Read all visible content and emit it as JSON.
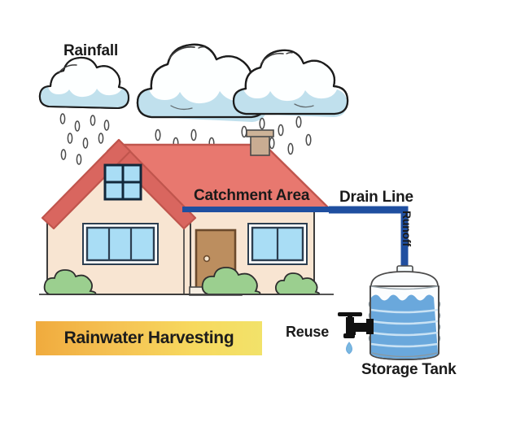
{
  "diagram": {
    "title": "Rainwater Harvesting",
    "banner_label": "Rainwater Harvesting",
    "labels": {
      "rainfall": "Rainfall",
      "catchment_area": "Catchment Area",
      "drain_line": "Drain Line",
      "runoff": "Runoff",
      "reuse": "Reuse",
      "storage_tank": "Storage Tank"
    },
    "components": [
      {
        "name": "rainfall",
        "label": "Rainfall",
        "icon": "cloud-rain-icon"
      },
      {
        "name": "catchment-area",
        "label": "Catchment Area",
        "icon": "roof-icon"
      },
      {
        "name": "drain-line",
        "label": "Drain Line",
        "icon": "pipe-icon"
      },
      {
        "name": "runoff",
        "label": "Runoff",
        "icon": "downpipe-icon"
      },
      {
        "name": "storage-tank",
        "label": "Storage Tank",
        "icon": "water-tank-icon"
      },
      {
        "name": "reuse",
        "label": "Reuse",
        "icon": "faucet-icon"
      }
    ],
    "colors": {
      "background": "#ffffff",
      "roof_red": "#e8786f",
      "roof_outline": "#c0554d",
      "wall_cream": "#f8e5d2",
      "wall_outline": "#3d3d3d",
      "window_glass": "#a9ddf5",
      "window_frame": "#2c3e50",
      "door_brown": "#bc8e5f",
      "door_outline": "#6b4a2c",
      "bush_green": "#9bcf8f",
      "bush_outline": "#2e2e2e",
      "drain_blue": "#1f4fa0",
      "tank_water_blue": "#6aa8dc",
      "tank_top_white": "#fbfdfe",
      "cloud_white": "#fdffff",
      "cloud_shadow": "#b9dcec",
      "cloud_outline": "#1c1c1c",
      "chimney_tan": "#c9ac92",
      "banner_gradient_start": "#f0ab3e",
      "banner_gradient_end": "#f2e26a",
      "text_dark": "#1a1a1a",
      "faucet_black": "#111111",
      "drop_blue": "#7ab8e0"
    },
    "counts": {
      "clouds": 3,
      "raindrops": 30,
      "tank_ribs": 6,
      "bushes": 4
    }
  }
}
